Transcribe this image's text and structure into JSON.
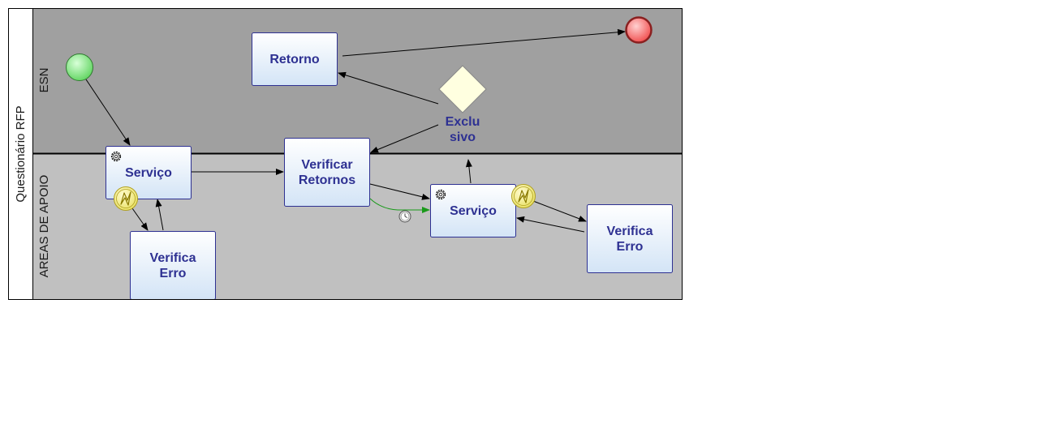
{
  "pool": {
    "label": "Questionário RFP"
  },
  "lanes": [
    {
      "id": "esn",
      "label": "ESN"
    },
    {
      "id": "areas",
      "label": "AREAS DE APOIO"
    }
  ],
  "tasks": {
    "retorno": {
      "line1": "Retorno"
    },
    "servico1": {
      "line1": "Serviço"
    },
    "verificar_retornos": {
      "line1": "Verificar",
      "line2": "Retornos"
    },
    "servico2": {
      "line1": "Serviço"
    },
    "verifica_erro1": {
      "line1": "Verifica",
      "line2": "Erro"
    },
    "verifica_erro2": {
      "line1": "Verifica",
      "line2": "Erro"
    }
  },
  "gateway": {
    "line1": "Exclu",
    "line2": "sivo"
  },
  "colors": {
    "pool_bg": "#ffffff",
    "lane_esn_bg": "#a0a0a0",
    "lane_areas_bg": "#c0c0c0",
    "task_border": "#2e3192",
    "task_fill_top": "#ffffff",
    "task_fill_bottom": "#d6e6f7",
    "task_text": "#2e3192",
    "start_event": "#7ee87e",
    "end_event": "#f06060",
    "gateway_fill": "#ffffe0",
    "error_event": "#f5f08a",
    "default_flow": "#1a9a1a"
  },
  "icons": {
    "start": "start-event-icon",
    "end": "end-event-icon",
    "gear": "gear-icon",
    "error": "error-event-icon",
    "timer": "timer-event-icon",
    "gateway": "exclusive-gateway-icon"
  }
}
